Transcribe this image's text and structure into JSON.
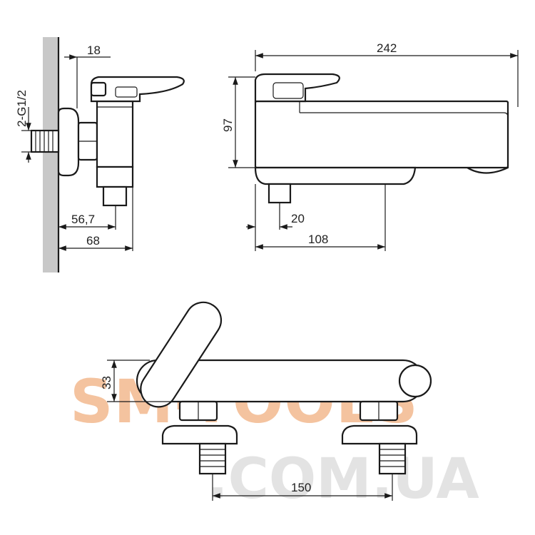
{
  "dimensions": {
    "thread": "2-G1/2",
    "offset_top": "18",
    "depth_outer": "56,7",
    "depth_total": "68",
    "total_length": "242",
    "height": "97",
    "outlet_offset": "20",
    "spout_offset": "108",
    "body_diameter": "33",
    "center_distance": "150"
  },
  "watermark": {
    "line1": "SM-TOOLS",
    "line2": ".COM.UA",
    "color": "#f2b98e",
    "color2": "#d9d9d9"
  }
}
